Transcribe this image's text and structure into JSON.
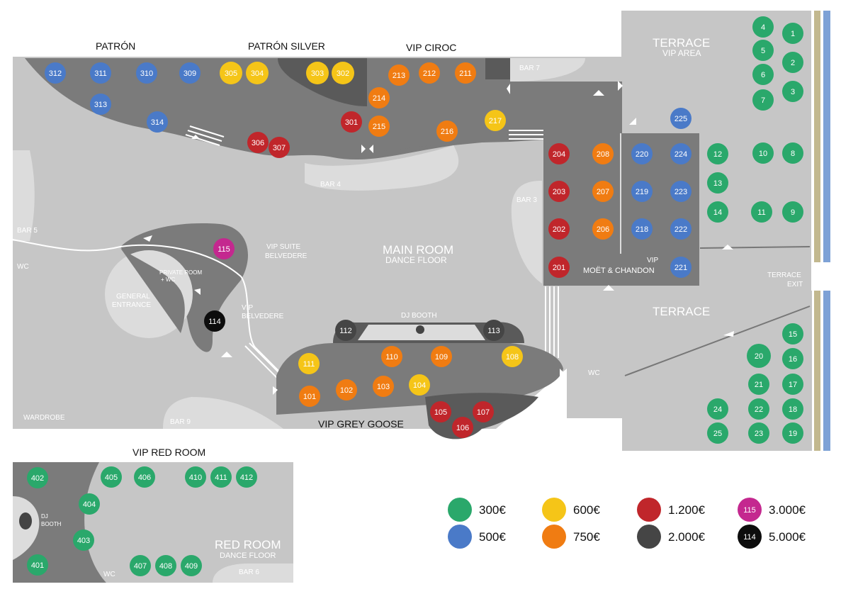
{
  "colors": {
    "green": "#2aa86b",
    "blue": "#4a7ac8",
    "yellow": "#f5c518",
    "orange": "#f07c12",
    "red": "#c0262b",
    "darkgrey": "#454545",
    "magenta": "#c4288f",
    "black": "#0d0d0d"
  },
  "labels": {
    "patron": "PATRÓN",
    "patron_silver": "PATRÓN SILVER",
    "vip_ciroc": "VIP CIROC",
    "terrace_vip_1": "TERRACE",
    "terrace_vip_2": "VIP AREA",
    "bar7": "BAR 7",
    "bar4": "BAR 4",
    "bar3": "BAR 3",
    "bar5": "BAR 5",
    "bar9": "BAR 9",
    "bar6": "BAR 6",
    "wc_left": "WC",
    "wc_right": "WC",
    "wc_red": "WC",
    "vip_suite_1": "VIP SUITE",
    "vip_suite_2": "BELVEDERE",
    "private_room_1": "PRIVATE ROOM",
    "private_room_2": "+ WC",
    "general_entrance_1": "GENERAL",
    "general_entrance_2": "ENTRANCE",
    "vip_belvedere_1": "VIP",
    "vip_belvedere_2": "BELVEDERE",
    "main_room_1": "MAIN ROOM",
    "main_room_2": "DANCE FLOOR",
    "dj_booth": "DJ BOOTH",
    "vip_moet_1": "VIP",
    "vip_moet_2": "MOËT & CHANDON",
    "terrace_exit_1": "TERRACE",
    "terrace_exit_2": "EXIT",
    "terrace": "TERRACE",
    "wardrobe": "WARDROBE",
    "vip_grey_goose": "VIP GREY GOOSE",
    "vip_red_room": "VIP RED ROOM",
    "dj_booth_red_1": "DJ",
    "dj_booth_red_2": "BOOTH",
    "red_room_1": "RED ROOM",
    "red_room_2": "DANCE FLOOR"
  },
  "tables": [
    {
      "n": "312",
      "c": "blue"
    },
    {
      "n": "311",
      "c": "blue"
    },
    {
      "n": "310",
      "c": "blue"
    },
    {
      "n": "309",
      "c": "blue"
    },
    {
      "n": "313",
      "c": "blue"
    },
    {
      "n": "314",
      "c": "blue"
    },
    {
      "n": "305",
      "c": "yellow"
    },
    {
      "n": "304",
      "c": "yellow"
    },
    {
      "n": "303",
      "c": "yellow"
    },
    {
      "n": "302",
      "c": "yellow"
    },
    {
      "n": "306",
      "c": "red"
    },
    {
      "n": "307",
      "c": "red"
    },
    {
      "n": "301",
      "c": "red"
    },
    {
      "n": "213",
      "c": "orange"
    },
    {
      "n": "212",
      "c": "orange"
    },
    {
      "n": "211",
      "c": "orange"
    },
    {
      "n": "214",
      "c": "orange"
    },
    {
      "n": "215",
      "c": "orange"
    },
    {
      "n": "216",
      "c": "orange"
    },
    {
      "n": "217",
      "c": "yellow"
    },
    {
      "n": "204",
      "c": "red"
    },
    {
      "n": "203",
      "c": "red"
    },
    {
      "n": "202",
      "c": "red"
    },
    {
      "n": "201",
      "c": "red"
    },
    {
      "n": "208",
      "c": "orange"
    },
    {
      "n": "207",
      "c": "orange"
    },
    {
      "n": "206",
      "c": "orange"
    },
    {
      "n": "225",
      "c": "blue"
    },
    {
      "n": "220",
      "c": "blue"
    },
    {
      "n": "224",
      "c": "blue"
    },
    {
      "n": "219",
      "c": "blue"
    },
    {
      "n": "223",
      "c": "blue"
    },
    {
      "n": "218",
      "c": "blue"
    },
    {
      "n": "222",
      "c": "blue"
    },
    {
      "n": "221",
      "c": "blue"
    },
    {
      "n": "4",
      "c": "green"
    },
    {
      "n": "1",
      "c": "green"
    },
    {
      "n": "5",
      "c": "green"
    },
    {
      "n": "2",
      "c": "green"
    },
    {
      "n": "6",
      "c": "green"
    },
    {
      "n": "3",
      "c": "green"
    },
    {
      "n": "7",
      "c": "green"
    },
    {
      "n": "12",
      "c": "green"
    },
    {
      "n": "10",
      "c": "green"
    },
    {
      "n": "8",
      "c": "green"
    },
    {
      "n": "13",
      "c": "green"
    },
    {
      "n": "14",
      "c": "green"
    },
    {
      "n": "11",
      "c": "green"
    },
    {
      "n": "9",
      "c": "green"
    },
    {
      "n": "115",
      "c": "magenta"
    },
    {
      "n": "114",
      "c": "black"
    },
    {
      "n": "112",
      "c": "darkgrey"
    },
    {
      "n": "113",
      "c": "darkgrey"
    },
    {
      "n": "111",
      "c": "yellow"
    },
    {
      "n": "110",
      "c": "orange"
    },
    {
      "n": "109",
      "c": "orange"
    },
    {
      "n": "108",
      "c": "yellow"
    },
    {
      "n": "101",
      "c": "orange"
    },
    {
      "n": "102",
      "c": "orange"
    },
    {
      "n": "103",
      "c": "orange"
    },
    {
      "n": "104",
      "c": "yellow"
    },
    {
      "n": "105",
      "c": "red"
    },
    {
      "n": "107",
      "c": "red"
    },
    {
      "n": "106",
      "c": "red"
    },
    {
      "n": "15",
      "c": "green"
    },
    {
      "n": "20",
      "c": "green"
    },
    {
      "n": "16",
      "c": "green"
    },
    {
      "n": "21",
      "c": "green"
    },
    {
      "n": "17",
      "c": "green"
    },
    {
      "n": "24",
      "c": "green"
    },
    {
      "n": "22",
      "c": "green"
    },
    {
      "n": "18",
      "c": "green"
    },
    {
      "n": "25",
      "c": "green"
    },
    {
      "n": "23",
      "c": "green"
    },
    {
      "n": "19",
      "c": "green"
    },
    {
      "n": "402",
      "c": "green"
    },
    {
      "n": "405",
      "c": "green"
    },
    {
      "n": "406",
      "c": "green"
    },
    {
      "n": "410",
      "c": "green"
    },
    {
      "n": "411",
      "c": "green"
    },
    {
      "n": "412",
      "c": "green"
    },
    {
      "n": "404",
      "c": "green"
    },
    {
      "n": "403",
      "c": "green"
    },
    {
      "n": "401",
      "c": "green"
    },
    {
      "n": "407",
      "c": "green"
    },
    {
      "n": "408",
      "c": "green"
    },
    {
      "n": "409",
      "c": "green"
    }
  ],
  "legend": [
    {
      "c": "green",
      "price": "300€",
      "num": ""
    },
    {
      "c": "blue",
      "price": "500€",
      "num": ""
    },
    {
      "c": "yellow",
      "price": "600€",
      "num": ""
    },
    {
      "c": "orange",
      "price": "750€",
      "num": ""
    },
    {
      "c": "red",
      "price": "1.200€",
      "num": ""
    },
    {
      "c": "darkgrey",
      "price": "2.000€",
      "num": ""
    },
    {
      "c": "magenta",
      "price": "3.000€",
      "num": "115"
    },
    {
      "c": "black",
      "price": "5.000€",
      "num": "114"
    }
  ]
}
